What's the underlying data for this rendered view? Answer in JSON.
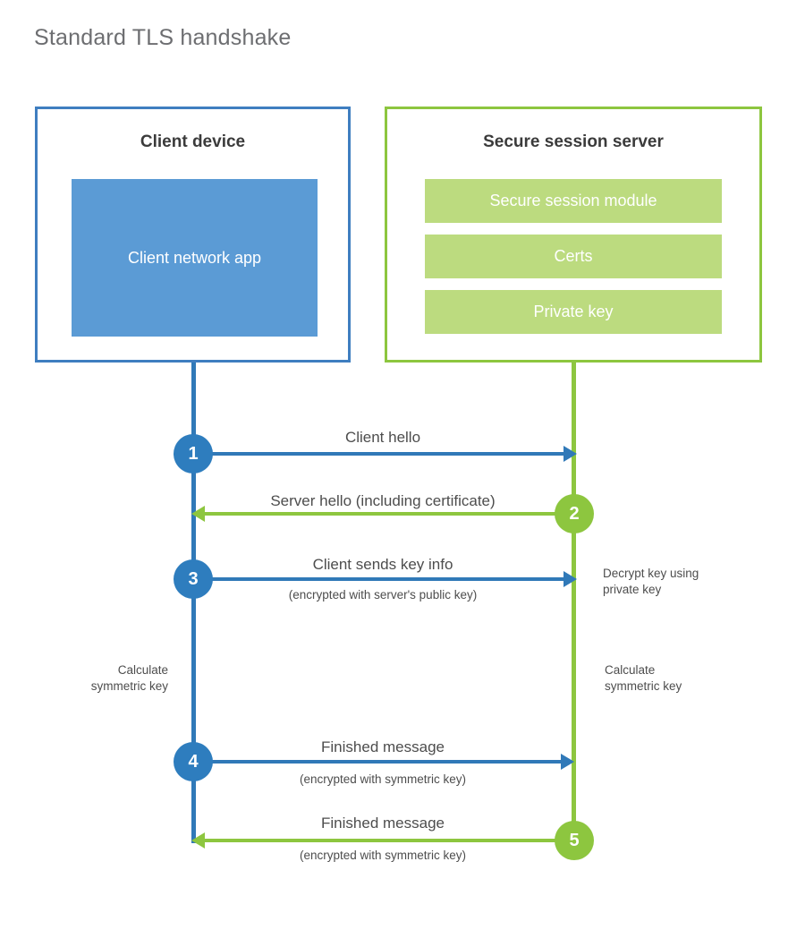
{
  "title": "Standard TLS handshake",
  "colors": {
    "client_border": "#3f7ec0",
    "client_fill": "#5b9bd5",
    "client_line": "#3079b8",
    "client_circle": "#2e7dbe",
    "server_border": "#8dc63f",
    "server_fill": "#bcdb7f",
    "server_line": "#8dc63f",
    "server_circle": "#8dc63f",
    "title_text": "#6d6e71",
    "body_text": "#4d4d4d"
  },
  "client": {
    "title": "Client device",
    "app_label": "Client network app"
  },
  "server": {
    "title": "Secure session server",
    "components": [
      {
        "label": "Secure session module"
      },
      {
        "label": "Certs"
      },
      {
        "label": "Private key"
      }
    ]
  },
  "messages": [
    {
      "step": "1",
      "label": "Client hello",
      "sublabel": "",
      "direction": "client-to-server",
      "color": "blue"
    },
    {
      "step": "2",
      "label": "Server hello (including certificate)",
      "sublabel": "",
      "direction": "server-to-client",
      "color": "green"
    },
    {
      "step": "3",
      "label": "Client sends key info",
      "sublabel": "(encrypted with server's public key)",
      "direction": "client-to-server",
      "color": "blue"
    },
    {
      "step": "4",
      "label": "Finished message",
      "sublabel": "(encrypted with symmetric key)",
      "direction": "client-to-server",
      "color": "blue"
    },
    {
      "step": "5",
      "label": "Finished message",
      "sublabel": "(encrypted with symmetric key)",
      "direction": "server-to-client",
      "color": "green"
    }
  ],
  "annotations": {
    "decrypt_key": "Decrypt key using\nprivate key",
    "client_calculate": "Calculate\nsymmetric key",
    "server_calculate": "Calculate\nsymmetric key"
  }
}
